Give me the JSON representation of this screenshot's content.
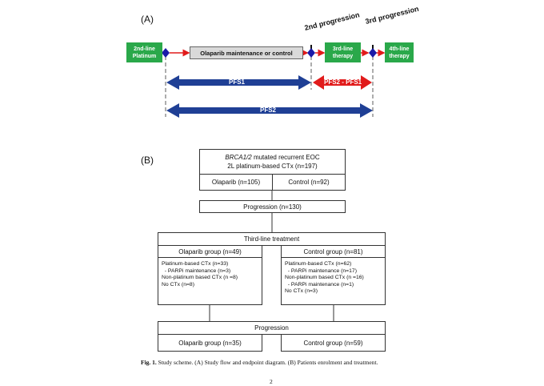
{
  "panelA": {
    "label": "(A)",
    "box_2nd": [
      "2nd-line",
      "Platinum"
    ],
    "maintenance": "Olaparib maintenance or control",
    "box_3rd": [
      "3rd-line",
      "therapy"
    ],
    "box_4th": [
      "4th-line",
      "therapy"
    ],
    "progression2": "2nd progression",
    "progression3": "3rd progression",
    "pfs1": "PFS1",
    "pfs2_minus": "PFS2 - PFS1",
    "pfs2": "PFS2",
    "colors": {
      "green": "#2aa84a",
      "blue": "#1f3f95",
      "red": "#e11b1b",
      "diamond": "#1a1aa8"
    }
  },
  "panelB": {
    "label": "(B)",
    "top_title_italic": "BRCA1/2",
    "top_title_rest": " mutated recurrent EOC",
    "top_sub": "2L platinum-based CTx (n=197)",
    "olaparib_n": "Olaparib (n=105)",
    "control_n": "Control (n=92)",
    "progression": "Progression (n=130)",
    "third_line": "Third-line treatment",
    "olaparib_group": "Olaparib group (n=49)",
    "control_group": "Control group (n=81)",
    "olaparib_lines": [
      "Platinum-based CTx (n=33)",
      "  - PARPi maintenance (n=3)",
      "Non-platinum based CTx (n =8)",
      "No CTx (n=8)"
    ],
    "control_lines": [
      "Platinum-based CTx (n=62)",
      "  - PARPi maintenance (n=17)",
      "Non-platinum based CTx (n =16)",
      "  - PARPi maintenance (n=1)",
      "No CTx (n=3)"
    ],
    "progression2": "Progression",
    "olaparib_final": "Olaparib group (n=35)",
    "control_final": "Control group (n=59)"
  },
  "caption": {
    "bold": "Fig. 1.",
    "text": " Study scheme. (A) Study flow and endpoint diagram. (B) Patients enrolment and treatment."
  },
  "page_number": "2"
}
